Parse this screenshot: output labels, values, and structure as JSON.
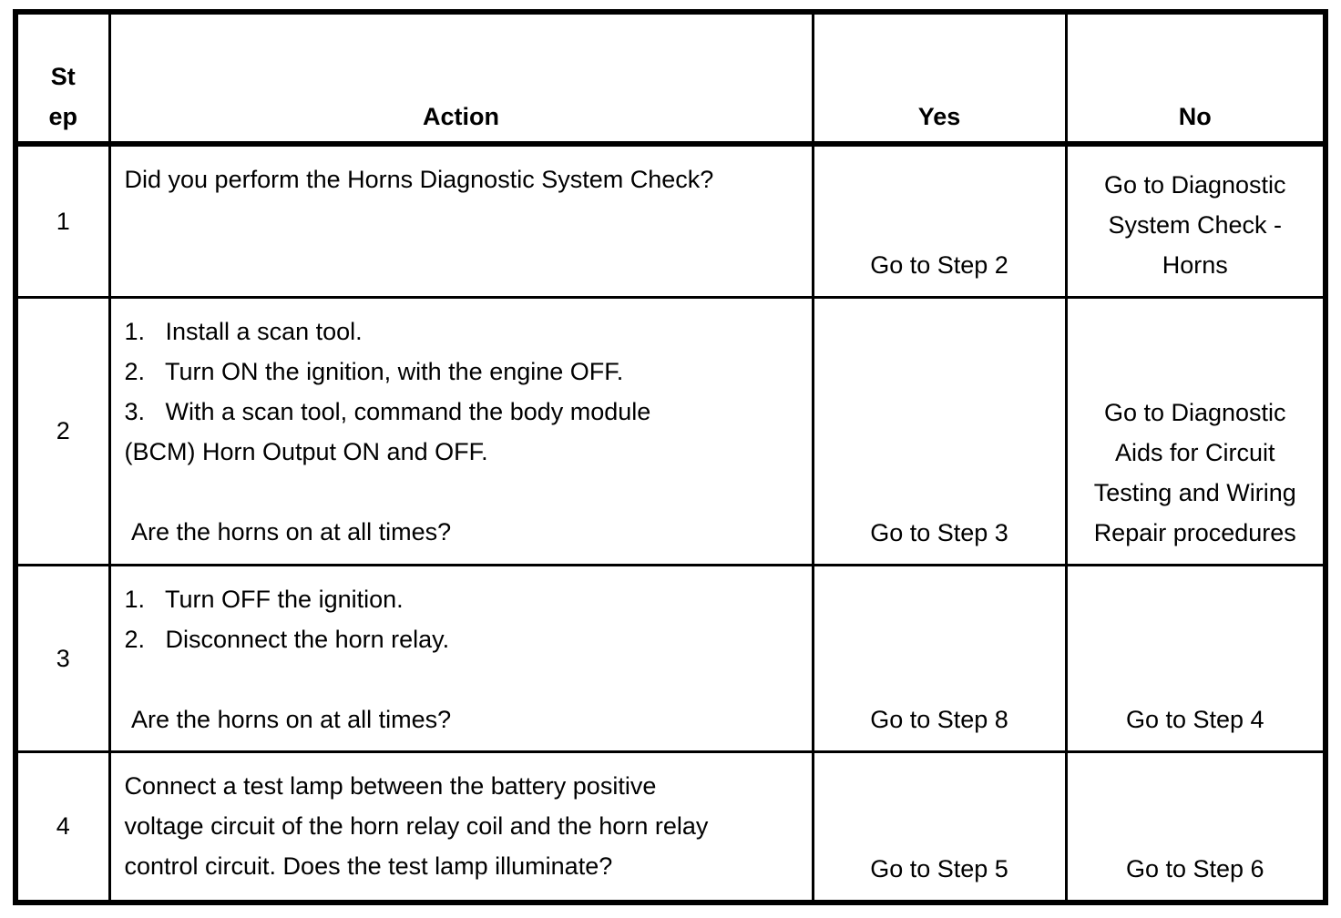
{
  "colors": {
    "border": "#000000",
    "text": "#000000",
    "background": "#ffffff"
  },
  "table": {
    "headers": {
      "step": [
        "St",
        "ep"
      ],
      "action": "Action",
      "yes": "Yes",
      "no": "No"
    },
    "rows": [
      {
        "step": "1",
        "action": "Did you perform the Horns Diagnostic System Check?",
        "yes": "Go to Step 2",
        "no": [
          "Go to Diagnostic",
          "System Check -",
          "Horns"
        ]
      },
      {
        "step": "2",
        "action": [
          "1.   Install a scan tool.",
          "2.   Turn ON the ignition, with the engine OFF.",
          "3.   With a scan tool, command the body module",
          "(BCM) Horn Output ON and OFF.",
          "",
          " Are the horns on at all times?"
        ],
        "yes": "Go to Step 3",
        "no": [
          "Go to Diagnostic",
          "Aids for Circuit",
          "Testing and Wiring",
          "Repair procedures"
        ]
      },
      {
        "step": "3",
        "action": [
          "1.   Turn OFF the ignition.",
          "2.   Disconnect the horn relay.",
          "",
          " Are the horns on at all times?"
        ],
        "yes": "Go to Step 8",
        "no": "Go to Step 4"
      },
      {
        "step": "4",
        "action": [
          "Connect a test lamp between the battery positive",
          "voltage circuit of the horn relay coil and the horn relay",
          "control circuit. Does the test lamp illuminate?"
        ],
        "yes": "Go to Step 5",
        "no": "Go to Step 6"
      }
    ]
  }
}
